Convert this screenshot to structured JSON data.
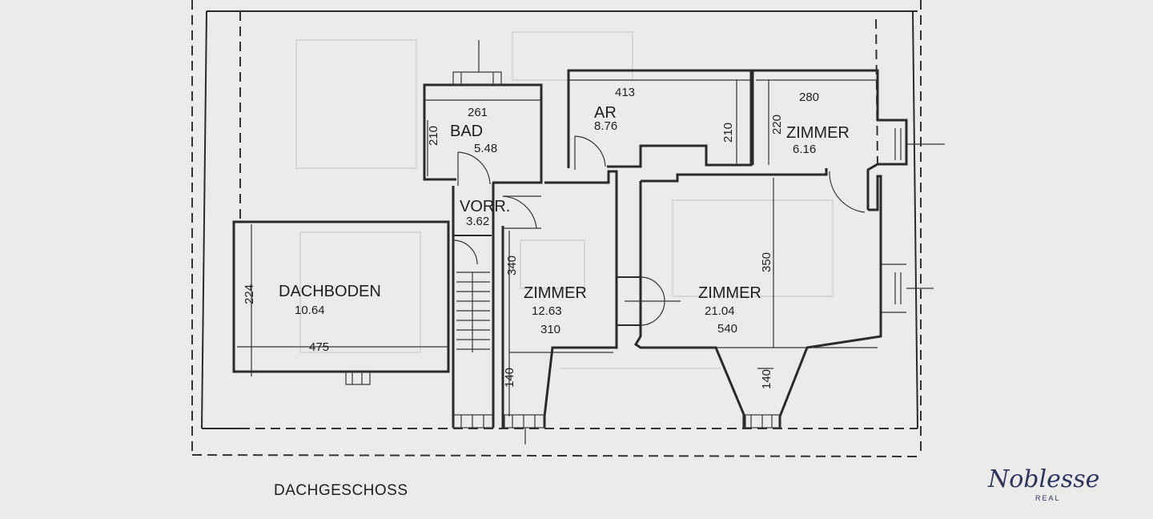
{
  "plan_title": "DACHGESCHOSS",
  "rooms": [
    {
      "name": "BAD",
      "area": "5.48"
    },
    {
      "name": "AR",
      "area": "8.76"
    },
    {
      "name": "ZIMMER",
      "area": "6.16"
    },
    {
      "name": "VORR.",
      "area": "3.62"
    },
    {
      "name": "DACHBODEN",
      "area": "10.64"
    },
    {
      "name": "ZIMMER",
      "area": "12.63"
    },
    {
      "name": "ZIMMER",
      "area": "21.04"
    }
  ],
  "dimensions": {
    "bad_width": "261",
    "bad_height": "210",
    "ar_width": "413",
    "ar_height": "210",
    "zimmer_small_width": "280",
    "zimmer_small_height": "220",
    "dachboden_height": "224",
    "dachboden_width": "475",
    "zimmer_mid_height": "340",
    "zimmer_mid_width": "310",
    "zimmer_mid_bay": "140",
    "zimmer_big_height": "350",
    "zimmer_big_width": "540",
    "zimmer_big_bay": "140"
  },
  "logo": {
    "script": "Noblesse",
    "sub": "REAL"
  },
  "colors": {
    "paper": "#ebebe9",
    "ink": "#2a2a2a",
    "logo": "#2e3360"
  }
}
